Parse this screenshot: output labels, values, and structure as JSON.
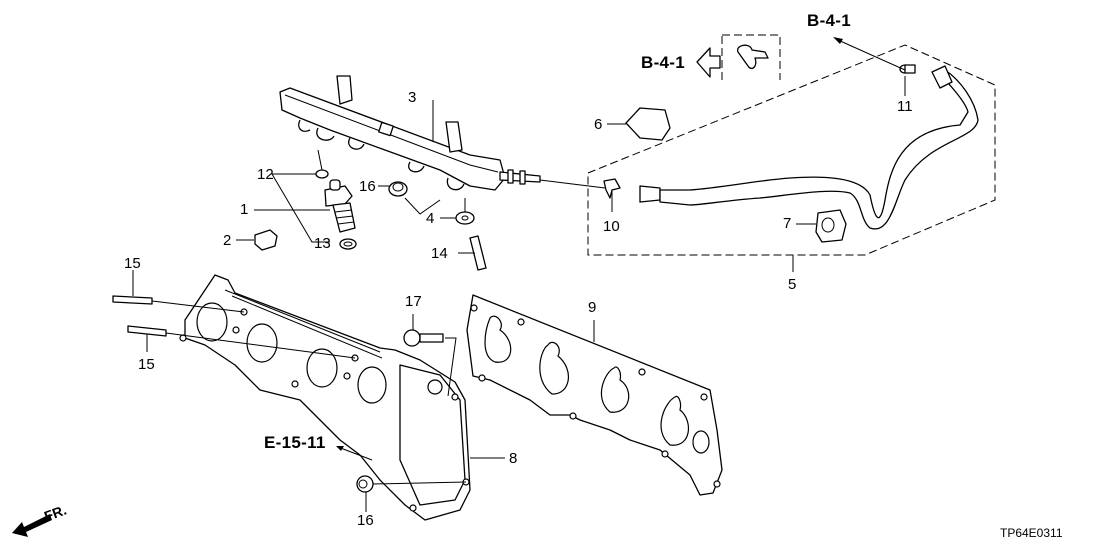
{
  "diagram": {
    "title_code": "TP64E0311",
    "front_indicator": "FR.",
    "references": [
      {
        "id": "ref-top",
        "label": "B-4-1"
      },
      {
        "id": "ref-arrow",
        "label": "B-4-1"
      },
      {
        "id": "ref-manifold",
        "label": "E-15-11"
      }
    ],
    "callouts": {
      "p1": "1",
      "p2": "2",
      "p3": "3",
      "p4": "4",
      "p5": "5",
      "p6": "6",
      "p7": "7",
      "p8": "8",
      "p9": "9",
      "p10": "10",
      "p11": "11",
      "p12": "12",
      "p13": "13",
      "p14": "14",
      "p15a": "15",
      "p15b": "15",
      "p16a": "16",
      "p16b": "16",
      "p17": "17"
    },
    "parts": [
      {
        "number": "1",
        "name": "injector"
      },
      {
        "number": "2",
        "name": "clip"
      },
      {
        "number": "3",
        "name": "fuel-rail"
      },
      {
        "number": "4",
        "name": "washer"
      },
      {
        "number": "5",
        "name": "fuel-feed-hose-assembly"
      },
      {
        "number": "6",
        "name": "clamp"
      },
      {
        "number": "7",
        "name": "hose-clamp"
      },
      {
        "number": "8",
        "name": "intake-manifold-bracket"
      },
      {
        "number": "9",
        "name": "manifold-gasket"
      },
      {
        "number": "10",
        "name": "clip"
      },
      {
        "number": "11",
        "name": "clip"
      },
      {
        "number": "12",
        "name": "o-ring"
      },
      {
        "number": "13",
        "name": "o-ring"
      },
      {
        "number": "14",
        "name": "stud-bolt"
      },
      {
        "number": "15",
        "name": "stud-bolt"
      },
      {
        "number": "16",
        "name": "flange-nut"
      },
      {
        "number": "17",
        "name": "flange-bolt"
      }
    ]
  }
}
